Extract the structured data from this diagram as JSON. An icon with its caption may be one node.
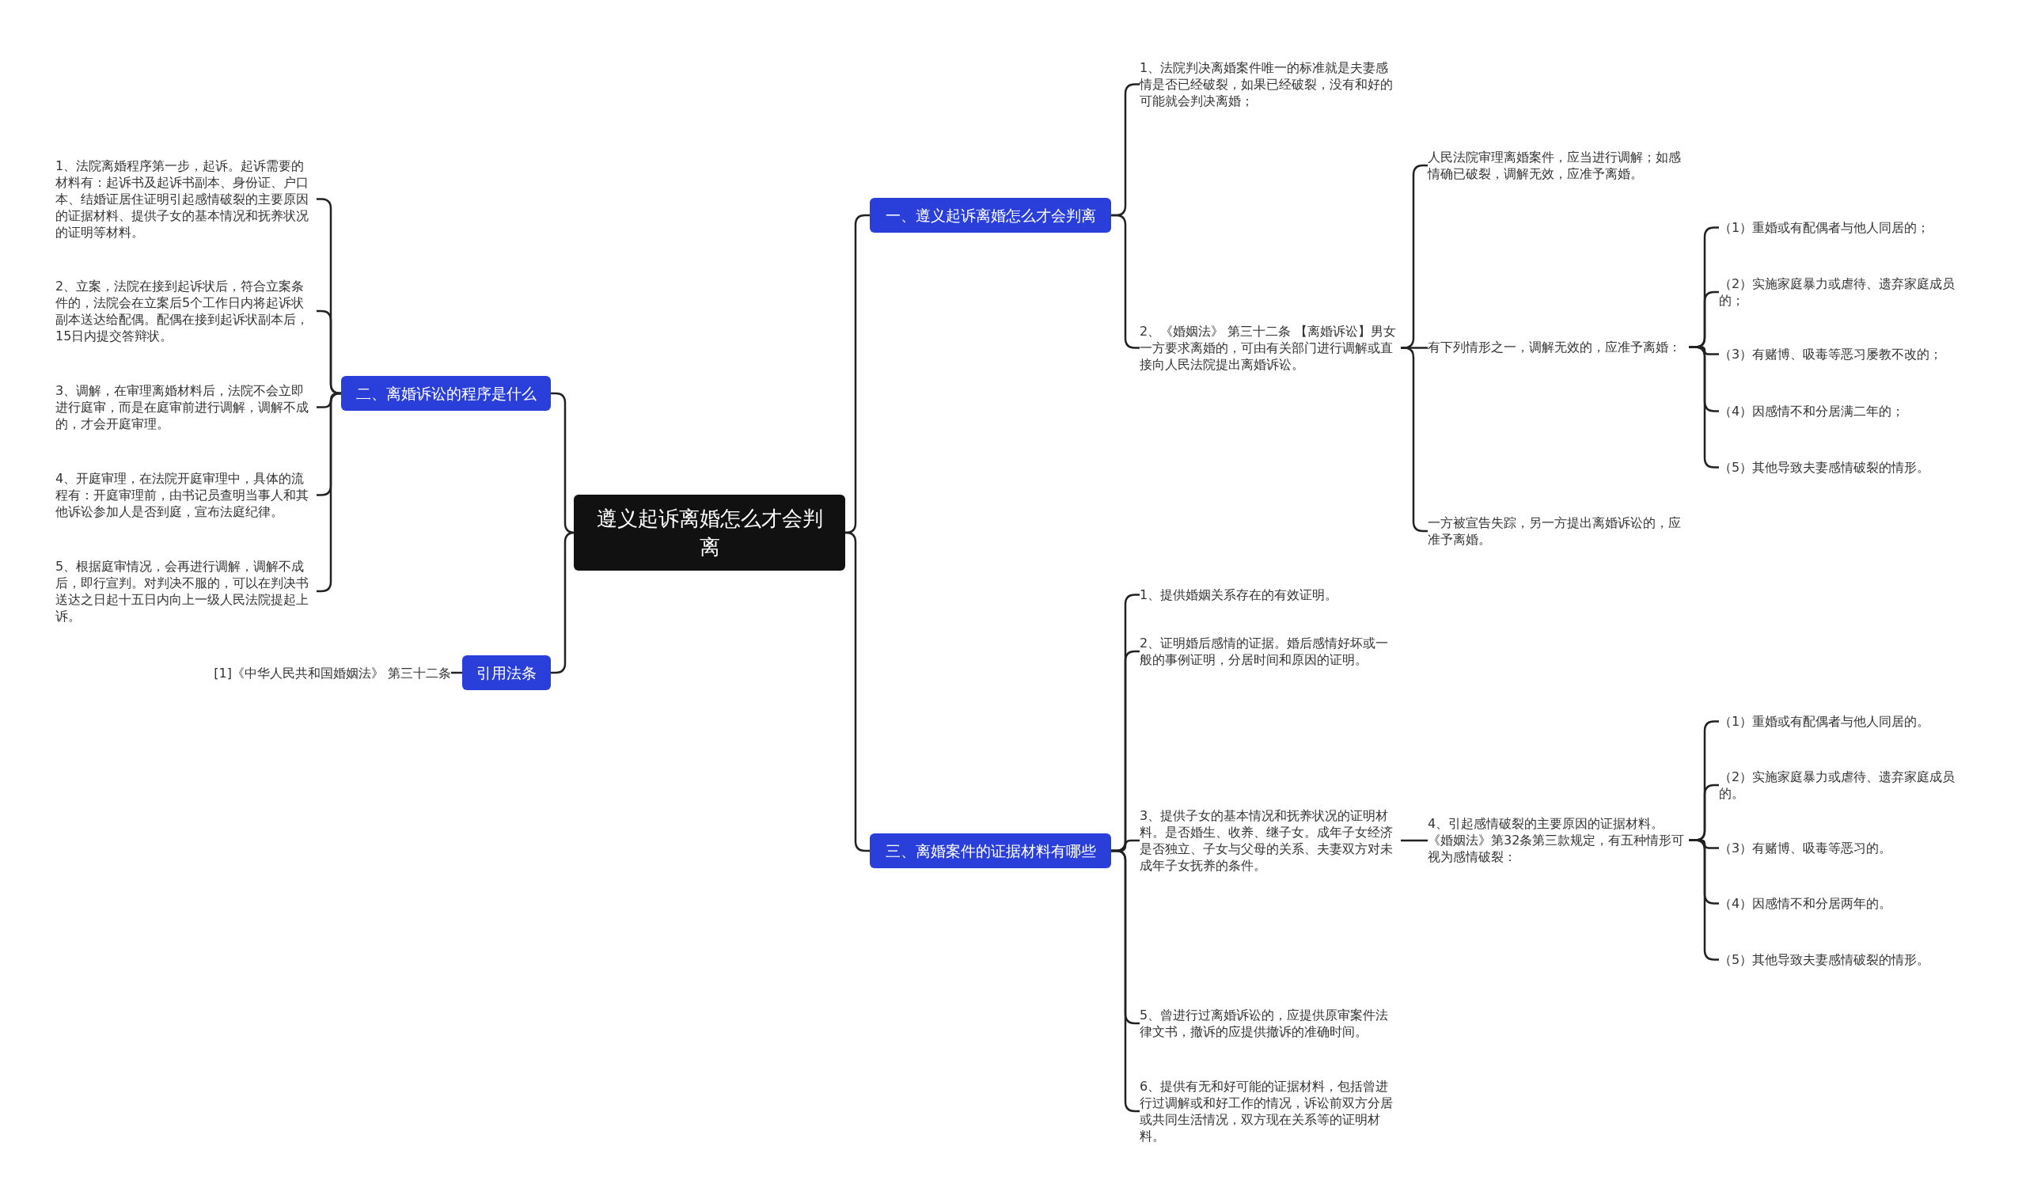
{
  "diagram": {
    "nodes": [
      {
        "text": [
          "遵义起诉离婚怎么才会判离"
        ]
      },
      {
        "text": [
          "一、遵义起诉离婚怎么才会判离"
        ]
      },
      {
        "text": [
          "1、法院判决离婚案件唯一的标准就是夫妻感情是否已经破裂，如果已经破裂，没有和好的可能就会判决离婚；"
        ]
      },
      {
        "text": [
          "2、《婚姻法》 第三十二条 【离婚诉讼】男女一方要求离婚的，可由有关部门进行调解或直接向人民法院提出离婚诉讼。"
        ]
      },
      {
        "text": [
          "人民法院审理离婚案件，应当进行调解；如感情确已破裂，调解无效，应准予离婚。"
        ]
      },
      {
        "text": [
          "有下列情形之一，调解无效的，应准予离婚："
        ]
      },
      {
        "text": [
          "（1）重婚或有配偶者与他人同居的；"
        ]
      },
      {
        "text": [
          "（2）实施家庭暴力或虐待、遗弃家庭成员的；"
        ]
      },
      {
        "text": [
          "（3）有赌博、吸毒等恶习屡教不改的；"
        ]
      },
      {
        "text": [
          "（4）因感情不和分居满二年的；"
        ]
      },
      {
        "text": [
          "（5）其他导致夫妻感情破裂的情形。"
        ]
      },
      {
        "text": [
          "一方被宣告失踪，另一方提出离婚诉讼的，应准予离婚。"
        ]
      },
      {
        "text": [
          "二、离婚诉讼的程序是什么"
        ]
      },
      {
        "text": [
          "1、法院离婚程序第一步，起诉。起诉需要的材料有：起诉书及起诉书副本、身份证、户口本、结婚证居住证明引起感情破裂的主要原因的证据材料、提供子女的基本情况和抚养状况的证明等材料。"
        ]
      },
      {
        "text": [
          "2、立案，法院在接到起诉状后，符合立案条件的，法院会在立案后5个工作日内将起诉状副本送达给配偶。配偶在接到起诉状副本后，15日内提交答辩状。"
        ]
      },
      {
        "text": [
          "3、调解，在审理离婚材料后，法院不会立即进行庭审，而是在庭审前进行调解，调解不成的，才会开庭审理。"
        ]
      },
      {
        "text": [
          "4、开庭审理，在法院开庭审理中，具体的流程有：开庭审理前，由书记员查明当事人和其他诉讼参加人是否到庭，宣布法庭纪律。"
        ]
      },
      {
        "text": [
          "5、根据庭审情况，会再进行调解，调解不成后，即行宣判。对判决不服的，可以在判决书送达之日起十五日内向上一级人民法院提起上诉。"
        ]
      },
      {
        "text": [
          "引用法条"
        ]
      },
      {
        "text": [
          "[1]《中华人民共和国婚姻法》 第三十二条"
        ]
      },
      {
        "text": [
          "三、离婚案件的证据材料有哪些"
        ]
      },
      {
        "text": [
          "1、提供婚姻关系存在的有效证明。"
        ]
      },
      {
        "text": [
          "2、证明婚后感情的证据。婚后感情好坏或一般的事例证明，分居时间和原因的证明。"
        ]
      },
      {
        "text": [
          "3、提供子女的基本情况和抚养状况的证明材料。是否婚生、收养、继子女。成年子女经济是否独立、子女与父母的关系、夫妻双方对未成年子女抚养的条件。"
        ]
      },
      {
        "text": [
          "4、引起感情破裂的主要原因的证据材料。《婚姻法》第32条第三款规定，有五种情形可视为感情破裂："
        ]
      },
      {
        "text": [
          "（1）重婚或有配偶者与他人同居的。"
        ]
      },
      {
        "text": [
          "（2）实施家庭暴力或虐待、遗弃家庭成员的。"
        ]
      },
      {
        "text": [
          "（3）有赌博、吸毒等恶习的。"
        ]
      },
      {
        "text": [
          "（4）因感情不和分居两年的。"
        ]
      },
      {
        "text": [
          "（5）其他导致夫妻感情破裂的情形。"
        ]
      },
      {
        "text": [
          "5、曾进行过离婚诉讼的，应提供原审案件法律文书，撤诉的应提供撤诉的准确时间。"
        ]
      },
      {
        "text": [
          "6、提供有无和好可能的证据材料，包括曾进行过调解或和好工作的情况，诉讼前双方分居或共同生活情况，双方现在关系等的证明材料。"
        ]
      }
    ],
    "edges": [
      {
        "from": 0,
        "to": 1,
        "arrow": "none"
      },
      {
        "from": 1,
        "to": 2,
        "arrow": "none"
      },
      {
        "from": 1,
        "to": 3,
        "arrow": "none"
      },
      {
        "from": 3,
        "to": 4,
        "arrow": "none"
      },
      {
        "from": 3,
        "to": 5,
        "arrow": "none"
      },
      {
        "from": 5,
        "to": 6,
        "arrow": "none"
      },
      {
        "from": 5,
        "to": 7,
        "arrow": "none"
      },
      {
        "from": 5,
        "to": 8,
        "arrow": "none"
      },
      {
        "from": 5,
        "to": 9,
        "arrow": "none"
      },
      {
        "from": 5,
        "to": 10,
        "arrow": "none"
      },
      {
        "from": 3,
        "to": 11,
        "arrow": "none"
      },
      {
        "from": 0,
        "to": 12,
        "arrow": "none"
      },
      {
        "from": 12,
        "to": 13,
        "arrow": "none"
      },
      {
        "from": 12,
        "to": 14,
        "arrow": "none"
      },
      {
        "from": 12,
        "to": 15,
        "arrow": "none"
      },
      {
        "from": 12,
        "to": 16,
        "arrow": "none"
      },
      {
        "from": 12,
        "to": 17,
        "arrow": "none"
      },
      {
        "from": 0,
        "to": 18,
        "arrow": "none"
      },
      {
        "from": 18,
        "to": 19,
        "arrow": "none"
      },
      {
        "from": 0,
        "to": 20,
        "arrow": "none"
      },
      {
        "from": 20,
        "to": 21,
        "arrow": "none"
      },
      {
        "from": 20,
        "to": 22,
        "arrow": "none"
      },
      {
        "from": 20,
        "to": 23,
        "arrow": "none"
      },
      {
        "from": 23,
        "to": 24,
        "arrow": "none"
      },
      {
        "from": 24,
        "to": 25,
        "arrow": "none"
      },
      {
        "from": 24,
        "to": 26,
        "arrow": "none"
      },
      {
        "from": 24,
        "to": 27,
        "arrow": "none"
      },
      {
        "from": 24,
        "to": 28,
        "arrow": "none"
      },
      {
        "from": 24,
        "to": 29,
        "arrow": "none"
      },
      {
        "from": 20,
        "to": 30,
        "arrow": "none"
      },
      {
        "from": 20,
        "to": 31,
        "arrow": "none"
      }
    ]
  }
}
